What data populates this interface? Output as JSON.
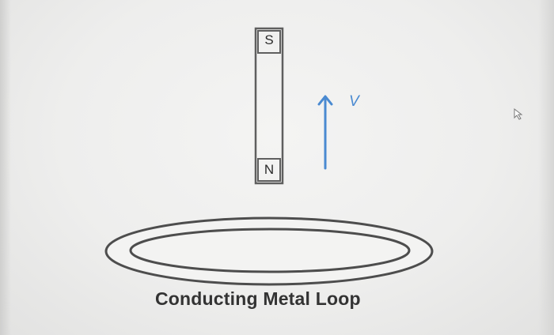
{
  "magnet": {
    "top_pole": "S",
    "bottom_pole": "N"
  },
  "velocity": {
    "label": "V",
    "color": "#4a8ad1"
  },
  "loop": {
    "caption": "Conducting Metal Loop"
  },
  "cursor_icon": "mouse-pointer-icon"
}
